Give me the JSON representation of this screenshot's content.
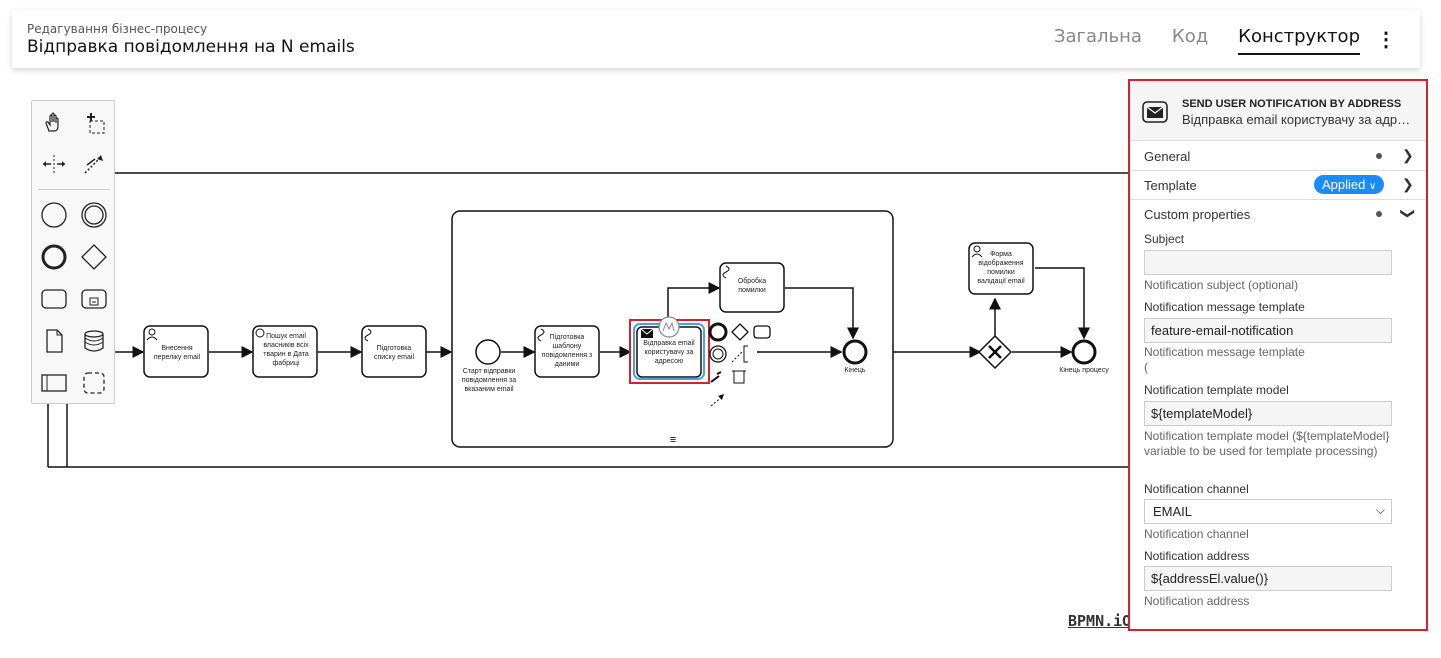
{
  "header": {
    "subtitle": "Редагування бізнес-процесу",
    "title": "Відправка повідомлення на N emails",
    "tabs": [
      {
        "label": "Загальна",
        "active": false
      },
      {
        "label": "Код",
        "active": false
      },
      {
        "label": "Конструктор",
        "active": true
      }
    ],
    "menu_icon": "more-vertical-icon"
  },
  "palette": {
    "tools": [
      "hand-tool-icon",
      "lasso-tool-icon",
      "space-tool-icon",
      "global-connect-icon"
    ],
    "elements": [
      "start-event-icon",
      "intermediate-event-icon",
      "end-event-icon",
      "gateway-icon",
      "task-icon",
      "subprocess-icon",
      "data-object-icon",
      "data-store-icon",
      "participant-icon",
      "group-icon"
    ]
  },
  "diagram": {
    "tasks": {
      "t1": "Внесення переліку email",
      "t2": "Пошук email власників всіх тварин в Дата фабриці",
      "t3": "Підготовка списку email",
      "t4": "Підготовка шаблону повідомлення з даними",
      "t5": "Відправка email користувачу за адресою",
      "t6": "Обробка помилки",
      "t7": "Форма відображення помилки валідації email"
    },
    "events": {
      "start_sub": "Старт відправки повідомлення за вказаним email",
      "end_sub": "Кінець",
      "end_main": "Кінець процесу"
    },
    "subprocess_marker": "≡"
  },
  "bpmn_logo": "BPMN.iO",
  "panel": {
    "header_icon": "envelope-icon",
    "title": "SEND USER NOTIFICATION BY ADDRESS",
    "subtitle": "Відправка email користувачу за адр…",
    "groups": {
      "general": "General",
      "template": "Template",
      "template_badge": "Applied",
      "custom": "Custom properties"
    },
    "fields": {
      "subject_label": "Subject",
      "subject_value": "",
      "subject_desc": "Notification subject (optional)",
      "msg_label": "Notification message template",
      "msg_value": "feature-email-notification",
      "msg_desc": "Notification message template",
      "msg_desc2": "(",
      "model_label": "Notification template model",
      "model_value": "${templateModel}",
      "model_desc": "Notification template model (${templateModel} variable to be used for template processing)",
      "channel_label": "Notification channel",
      "channel_value": "EMAIL",
      "channel_desc": "Notification channel",
      "address_label": "Notification address",
      "address_value": "${addressEl.value()}",
      "address_desc": "Notification address"
    }
  }
}
